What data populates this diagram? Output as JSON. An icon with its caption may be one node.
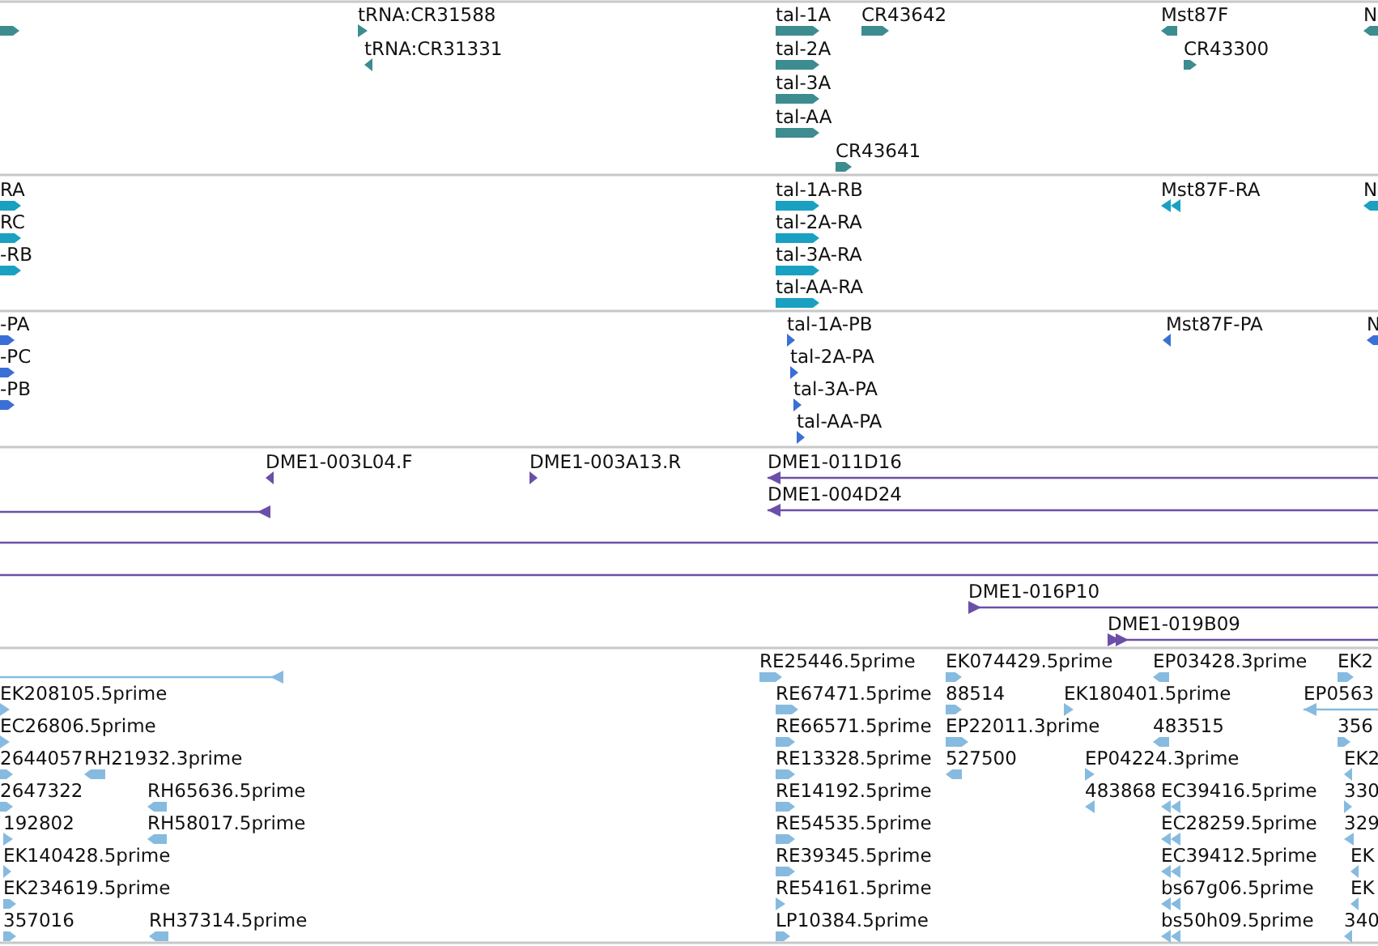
{
  "diagram": {
    "labels": [
      "tRNA:CR31588",
      "tal-1A",
      "CR43642",
      "Mst87F",
      "N",
      "tRNA:CR31331",
      "tal-2A",
      "CR43300",
      "tal-3A",
      "tal-AA",
      "CR43641",
      "RA",
      "tal-1A-RB",
      "Mst87F-RA",
      "N",
      "RC",
      "tal-2A-RA",
      "-RB",
      "tal-3A-RA",
      "tal-AA-RA",
      "-PA",
      "tal-1A-PB",
      "Mst87F-PA",
      "N",
      "-PC",
      "tal-2A-PA",
      "-PB",
      "tal-3A-PA",
      "tal-AA-PA",
      "DME1-003L04.F",
      "DME1-003A13.R",
      "DME1-011D16",
      "DME1-004D24",
      "DME1-016P10",
      "DME1-019B09",
      "RE25446.5prime",
      "EK074429.5prime",
      "EP03428.3prime",
      "EK2",
      "EK208105.5prime",
      "RE67471.5prime",
      "88514",
      "EK180401.5prime",
      "EP0563",
      "EC26806.5prime",
      "RE66571.5prime",
      "EP22011.3prime",
      "483515",
      "356",
      "2644057",
      "RH21932.3prime",
      "RE13328.5prime",
      "527500",
      "EP04224.3prime",
      "EK2",
      "2647322",
      "RH65636.5prime",
      "RE14192.5prime",
      "483868",
      "EC39416.5prime",
      "330",
      "192802",
      "RH58017.5prime",
      "RE54535.5prime",
      "EC28259.5prime",
      "329",
      "EK140428.5prime",
      "RE39345.5prime",
      "EC39412.5prime",
      "EK",
      "EK234619.5prime",
      "RE54161.5prime",
      "bs67g06.5prime",
      "EK",
      "357016",
      "RH37314.5prime",
      "LP10384.5prime",
      "bs50h09.5prime",
      "340"
    ]
  }
}
